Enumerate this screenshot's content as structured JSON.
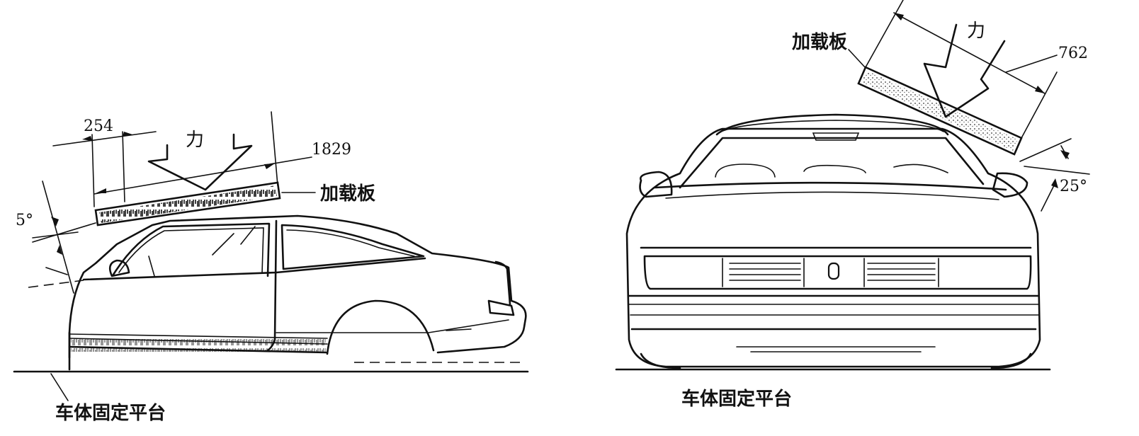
{
  "side_view": {
    "dim_left": "254",
    "dim_total": "1829",
    "force_label": "力",
    "plate_label": "加载板",
    "angle_label": "5°",
    "platform_label": "车体固定平台"
  },
  "rear_view": {
    "plate_label": "加载板",
    "force_label": "力",
    "dim_width": "762",
    "angle_label": "25°",
    "platform_label": "车体固定平台"
  }
}
